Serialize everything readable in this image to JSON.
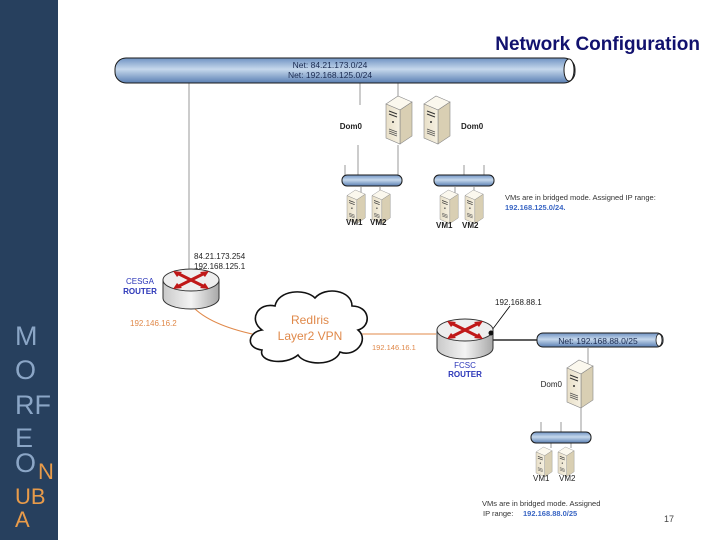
{
  "title": "Network Configuration",
  "sidebar": {
    "brand_letters_main": [
      "M",
      "O",
      "RF",
      "E",
      "O"
    ],
    "brand_letters_accent": [
      "N",
      "UB",
      "A"
    ],
    "colors": {
      "background": "#27405e",
      "main": "#8ba6c6",
      "accent": "#e89b4a"
    }
  },
  "diagram": {
    "top_network": {
      "line1": "Net: 84.21.173.0/24",
      "line2": "Net: 192.168.125.0/24"
    },
    "upper_site": {
      "dom0_left": "Dom0",
      "dom0_right": "Dom0",
      "vms_left": [
        "VM1",
        "VM2"
      ],
      "vms_right": [
        "VM1",
        "VM2"
      ],
      "note": "VMs are in bridged mode. Assigned IP range:",
      "note_range": "192.168.125.0/24."
    },
    "cesga_router": {
      "name_line1": "CESGA",
      "name_line2": "ROUTER",
      "ip_public": "84.21.173.254",
      "ip_private": "192.168.125.1",
      "ip_vpn": "192.146.16.2"
    },
    "vpn_cloud": {
      "line1": "RedIris",
      "line2": "Layer2 VPN"
    },
    "fcsc_router": {
      "name_line1": "FCSC",
      "name_line2": "ROUTER",
      "ip_vpn": "192.146.16.1",
      "ip_lan": "192.168.88.1"
    },
    "lower_site": {
      "network": "Net: 192.168.88.0/25",
      "dom0": "Dom0",
      "vms": [
        "VM1",
        "VM2"
      ],
      "note_line1": "VMs are in bridged mode. Assigned",
      "note_line2_prefix": "IP range:",
      "note_range": "192.168.88.0/25"
    },
    "colors": {
      "vpn_link": "#e0894a",
      "router_label": "#2a35b8",
      "range_text": "#3a66c4",
      "title": "#11116e"
    }
  },
  "page_number": "17"
}
